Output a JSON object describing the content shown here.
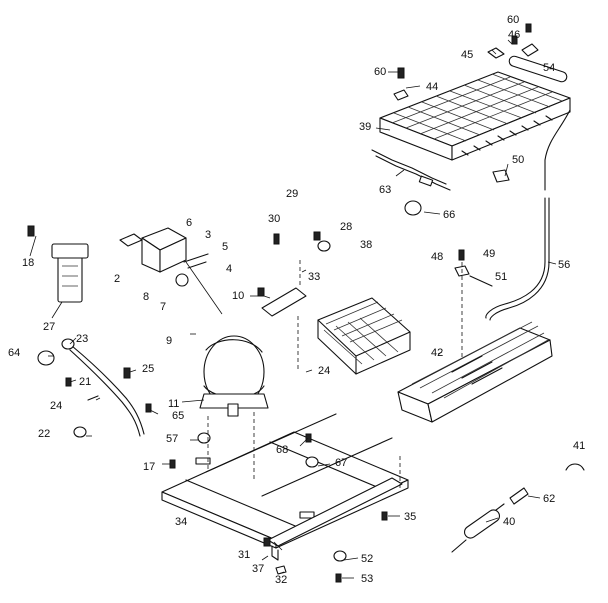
{
  "diagram": {
    "callouts": [
      "60",
      "46",
      "45",
      "54",
      "60",
      "44",
      "39",
      "50",
      "63",
      "66",
      "29",
      "30",
      "28",
      "38",
      "33",
      "10",
      "48",
      "49",
      "51",
      "56",
      "42",
      "18",
      "27",
      "6",
      "3",
      "5",
      "2",
      "4",
      "8",
      "7",
      "9",
      "23",
      "64",
      "21",
      "25",
      "24",
      "11",
      "24",
      "65",
      "22",
      "57",
      "68",
      "67",
      "17",
      "34",
      "35",
      "41",
      "62",
      "40",
      "31",
      "37",
      "32",
      "52",
      "53"
    ]
  }
}
